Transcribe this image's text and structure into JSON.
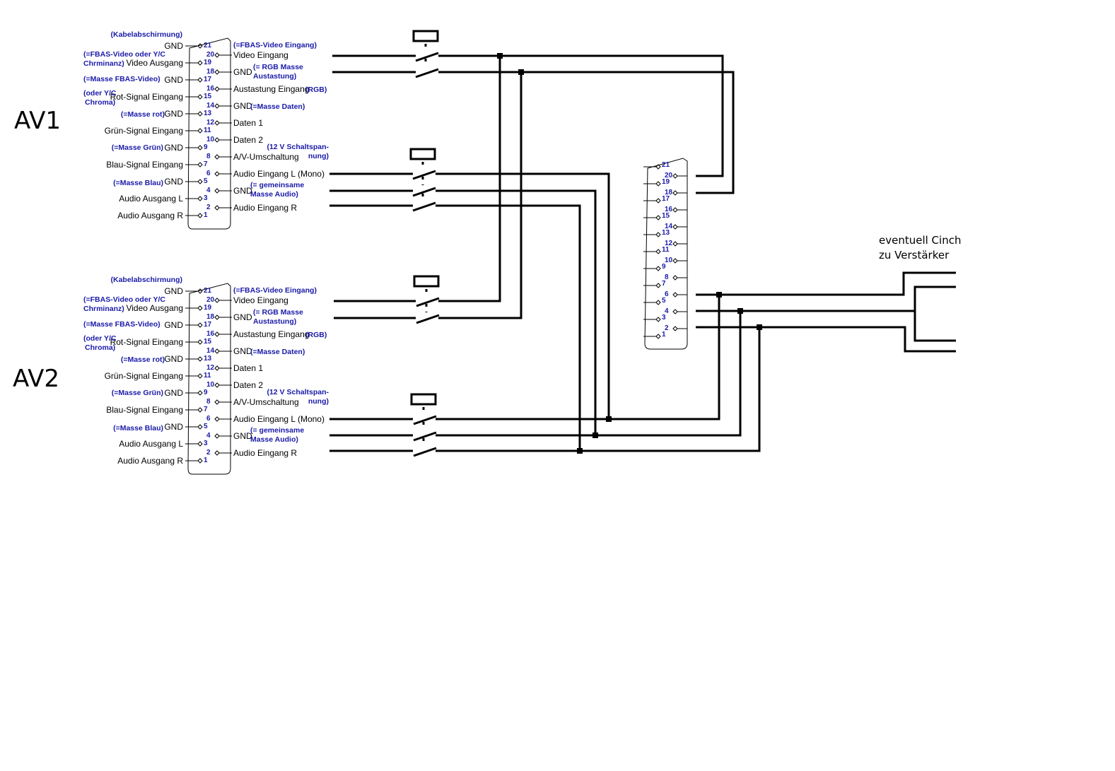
{
  "labels": {
    "av1": "AV1",
    "av2": "AV2",
    "note_line1": "eventuell Cinch",
    "note_line2": "zu Verstärker"
  },
  "scart_left": [
    {
      "pin": "21",
      "label": "GND",
      "note": "(Kabelabschirmung)"
    },
    {
      "pin": "19",
      "label": "Video Ausgang",
      "note": "(=FBAS-Video oder Y/C|Chrminanz)"
    },
    {
      "pin": "17",
      "label": "GND",
      "note": "(=Masse FBAS-Video)"
    },
    {
      "pin": "15",
      "label": "Rot-Signal Eingang",
      "note": "(oder Y/C|Chroma)"
    },
    {
      "pin": "13",
      "label": "GND",
      "note": "(=Masse rot)"
    },
    {
      "pin": "11",
      "label": "Grün-Signal Eingang",
      "note": ""
    },
    {
      "pin": "9",
      "label": "GND",
      "note": "(=Masse Grün)"
    },
    {
      "pin": "7",
      "label": "Blau-Signal Eingang",
      "note": ""
    },
    {
      "pin": "5",
      "label": "GND",
      "note": "(=Masse Blau)"
    },
    {
      "pin": "3",
      "label": "Audio Ausgang L",
      "note": ""
    },
    {
      "pin": "1",
      "label": "Audio Ausgang R",
      "note": ""
    }
  ],
  "scart_right": [
    {
      "pin": "20",
      "label": "Video Eingang",
      "note": "(=FBAS-Video Eingang)"
    },
    {
      "pin": "18",
      "label": "GND",
      "note": "(= RGB Masse|Austastung)"
    },
    {
      "pin": "16",
      "label": "Austastung Eingang",
      "note": "(RGB)"
    },
    {
      "pin": "14",
      "label": "GND",
      "note": "(=Masse Daten)"
    },
    {
      "pin": "12",
      "label": "Daten 1",
      "note": ""
    },
    {
      "pin": "10",
      "label": "Daten 2",
      "note": ""
    },
    {
      "pin": "8",
      "label": "A/V-Umschaltung",
      "note": "(12 V Schaltspan-|nung)"
    },
    {
      "pin": "6",
      "label": "Audio Eingang L (Mono)",
      "note": ""
    },
    {
      "pin": "4",
      "label": "GND",
      "note": "(= gemeinsame|Masse Audio)"
    },
    {
      "pin": "2",
      "label": "Audio Eingang R",
      "note": ""
    }
  ],
  "out_pins_right": [
    "20",
    "18",
    "16",
    "14",
    "12",
    "10",
    "8",
    "6",
    "4",
    "2"
  ],
  "out_pins_left": [
    "21",
    "19",
    "17",
    "15",
    "13",
    "11",
    "9",
    "7",
    "5",
    "3",
    "1"
  ]
}
